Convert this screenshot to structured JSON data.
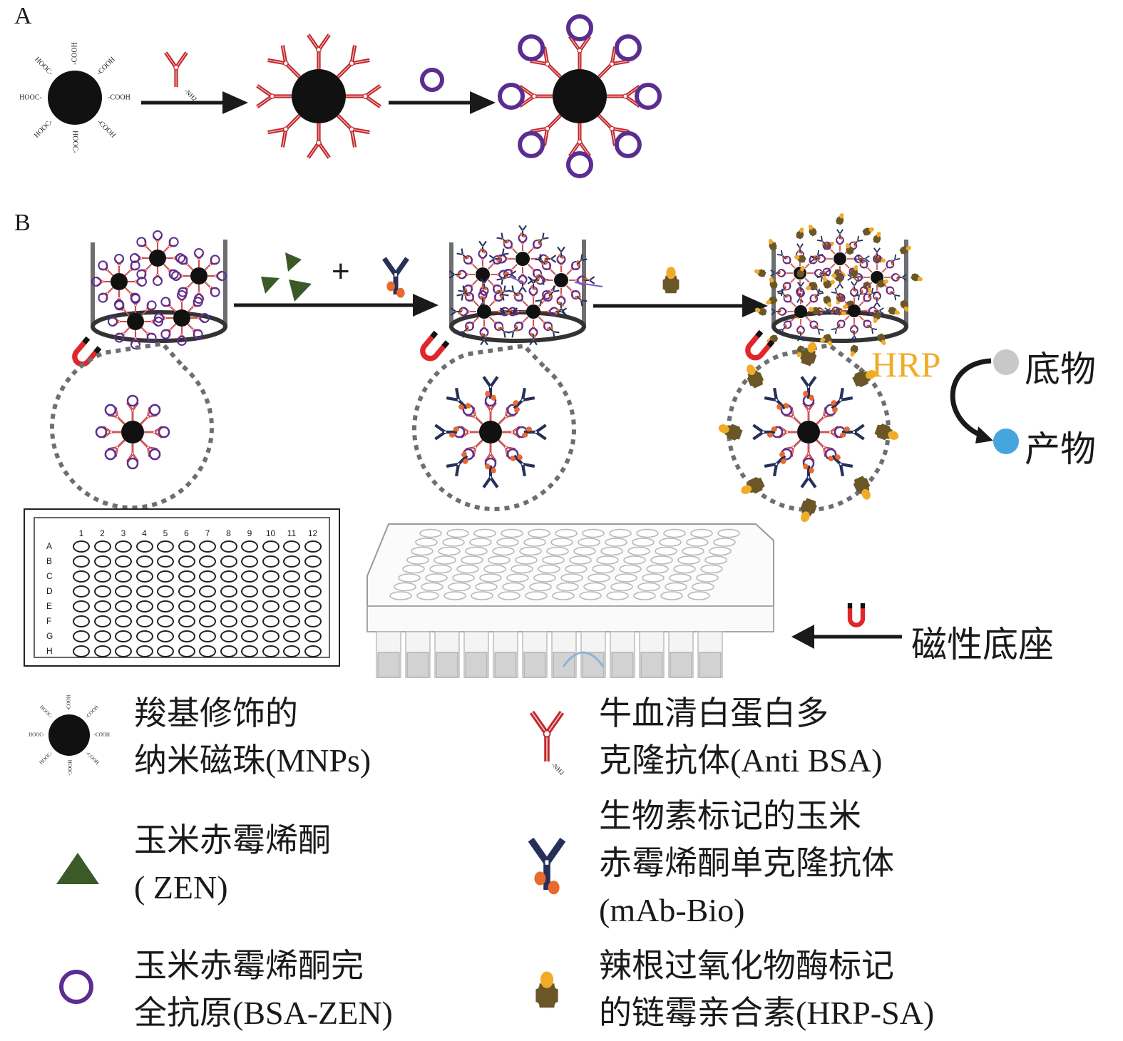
{
  "panels": {
    "a_label": "A",
    "b_label": "B"
  },
  "panel_a": {
    "mnp_groups": [
      "-COOH",
      "-COOH",
      "-COOH",
      "-COOH",
      "HOOC-",
      "HOOC-",
      "HOOC-",
      "HOOC-"
    ],
    "antibody_tag": "-NH2",
    "steps": [
      "carboxyl-MNP",
      "MNP + Anti-BSA",
      "MNP + Anti-BSA + BSA-ZEN"
    ]
  },
  "panel_b": {
    "plus_sign": "+",
    "hrp_label": "HRP",
    "substrate_label": "底物",
    "product_label": "产物",
    "magnetic_base_label": "磁性底座",
    "plate_columns": [
      "1",
      "2",
      "3",
      "4",
      "5",
      "6",
      "7",
      "8",
      "9",
      "10",
      "11",
      "12"
    ],
    "plate_rows": [
      "A",
      "B",
      "C",
      "D",
      "E",
      "F",
      "G",
      "H"
    ]
  },
  "colors": {
    "particle": "#111111",
    "anti_bsa": "#c0272d",
    "bsa_zen": "#5b2d91",
    "zen": "#3b5a28",
    "mab_bio": "#26305a",
    "biotin": "#e86a2e",
    "hrp_sa_body": "#6b5627",
    "hrp_cap": "#f0ac26",
    "substrate": "#c8c8c8",
    "product": "#45a6de",
    "magnet": "#e0262b",
    "dotted": "#6d6e71"
  },
  "legend": [
    {
      "id": "mnps",
      "icon": "mnp-icon",
      "lines": [
        "羧基修饰的",
        "纳米磁珠(MNPs)"
      ]
    },
    {
      "id": "anti-bsa",
      "icon": "anti-bsa-antibody-icon",
      "lines": [
        "牛血清白蛋白多",
        "克隆抗体(Anti BSA)"
      ]
    },
    {
      "id": "zen",
      "icon": "zen-triangle-icon",
      "lines": [
        "玉米赤霉烯酮",
        "( ZEN)"
      ]
    },
    {
      "id": "mab-bio",
      "icon": "mab-bio-antibody-icon",
      "lines": [
        "生物素标记的玉米",
        "赤霉烯酮单克隆抗体",
        "(mAb-Bio)"
      ]
    },
    {
      "id": "bsa-zen",
      "icon": "bsa-zen-ring-icon",
      "lines": [
        "玉米赤霉烯酮完",
        "全抗原(BSA-ZEN)"
      ]
    },
    {
      "id": "hrp-sa",
      "icon": "hrp-sa-icon",
      "lines": [
        "辣根过氧化物酶标记",
        "的链霉亲合素(HRP-SA)"
      ]
    }
  ]
}
